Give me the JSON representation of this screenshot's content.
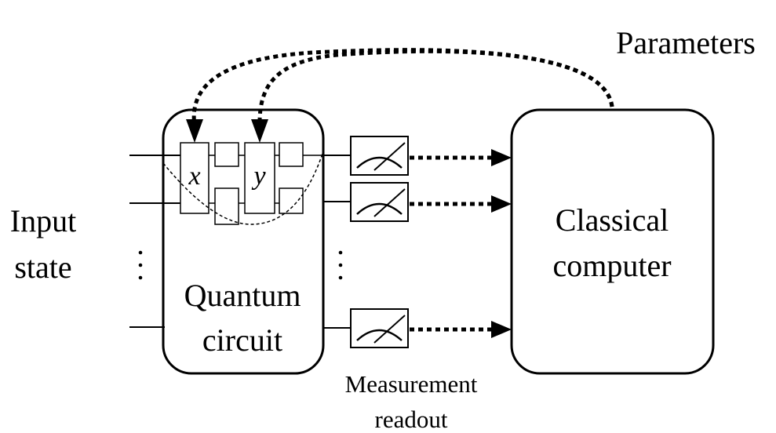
{
  "labels": {
    "input_line1": "Input",
    "input_line2": "state",
    "circuit_line1": "Quantum",
    "circuit_line2": "circuit",
    "measurement_line1": "Measurement",
    "measurement_line2": "readout",
    "computer_line1": "Classical",
    "computer_line2": "computer",
    "parameters": "Parameters",
    "gate_x": "x",
    "gate_y": "y"
  },
  "colors": {
    "stroke": "#000000",
    "background": "#ffffff"
  }
}
